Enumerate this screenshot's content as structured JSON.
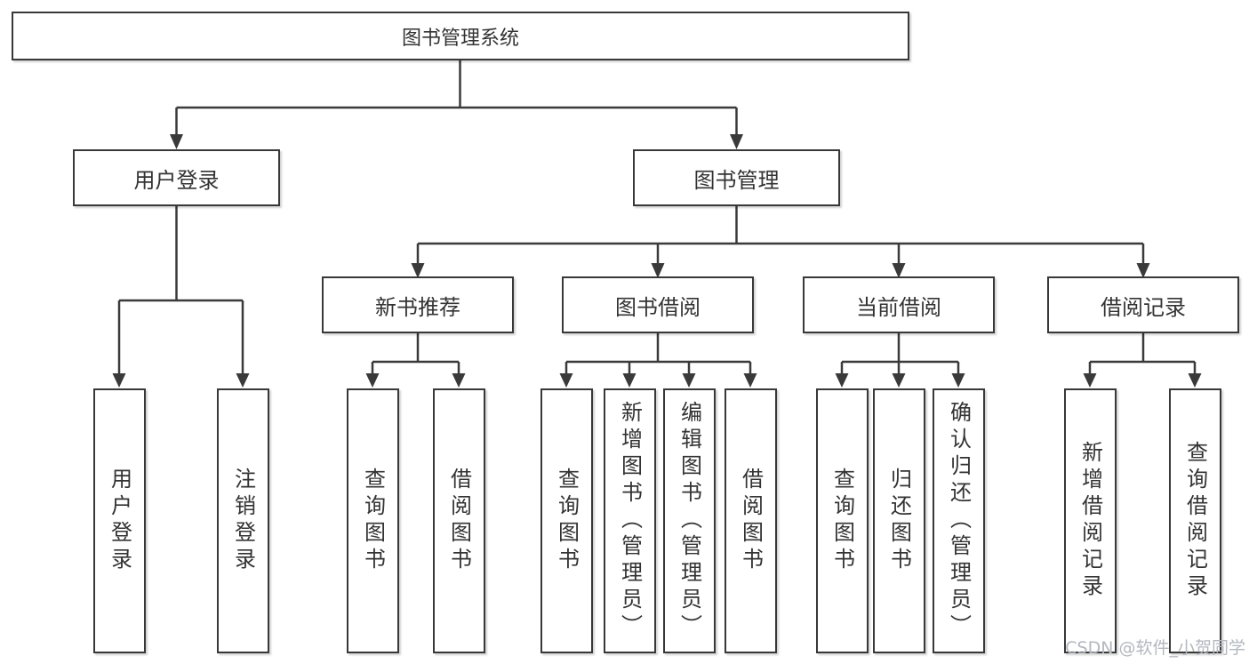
{
  "nodes": {
    "root": "图书管理系统",
    "level2": [
      "用户登录",
      "图书管理"
    ],
    "level3": [
      "新书推荐",
      "图书借阅",
      "当前借阅",
      "借阅记录"
    ],
    "leaves": {
      "user_login_group": [
        "用户登录",
        "注销登录"
      ],
      "new_book_group": [
        "查询图书",
        "借阅图书"
      ],
      "book_borrow_group": [
        "查询图书",
        "新增图书（管理员）",
        "编辑图书（管理员）",
        "借阅图书"
      ],
      "current_borrow_group": [
        "查询图书",
        "归还图书",
        "确认归还（管理员）"
      ],
      "borrow_record_group": [
        "新增借阅记录",
        "查询借阅记录"
      ]
    }
  },
  "watermark": "CSDN @软件_小贺同学",
  "colors": {
    "line": "#3a3a3a",
    "border": "#383838",
    "text": "#333333",
    "watermark": "#b3b7bf",
    "background": "#ffffff"
  }
}
